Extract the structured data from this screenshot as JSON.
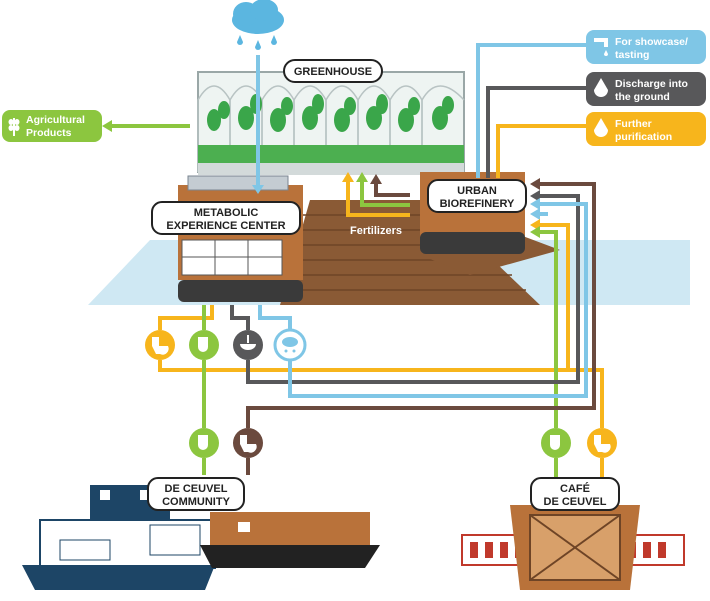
{
  "labels": {
    "greenhouse": "GREENHOUSE",
    "metabolic_line1": "METABOLIC",
    "metabolic_line2": "EXPERIENCE CENTER",
    "biorefinery_line1": "URBAN",
    "biorefinery_line2": "BIOREFINERY",
    "fertilizers": "Fertilizers",
    "deceuvel_line1": "DE CEUVEL",
    "deceuvel_line2": "COMMUNITY",
    "cafe_line1": "CAFÉ",
    "cafe_line2": "DE CEUVEL"
  },
  "outputs": {
    "agri_line1": "Agricultural",
    "agri_line2": "Products",
    "showcase_line1": "For showcase/",
    "showcase_line2": "tasting",
    "discharge_line1": "Discharge into",
    "discharge_line2": "the ground",
    "purif_line1": "Further",
    "purif_line2": "purification"
  },
  "colors": {
    "green": "#8cc63f",
    "blue": "#7fc6e6",
    "dark_gray": "#58585a",
    "brown": "#6b4a3e",
    "yellow": "#f7b51c",
    "sky_blue": "#5bb6e0",
    "wood": "#b9723a",
    "navy": "#1d4566"
  },
  "icons": {
    "toilet_yellow": "toilet-icon",
    "urinal_green": "urinal-icon",
    "sink_gray": "sink-icon",
    "rain_blue": "rain-icon",
    "toilet_brown": "toilet-icon",
    "rain_cloud": "cloud-rain-icon",
    "wheat": "wheat-icon",
    "tap": "tap-icon",
    "drop": "drop-icon"
  }
}
